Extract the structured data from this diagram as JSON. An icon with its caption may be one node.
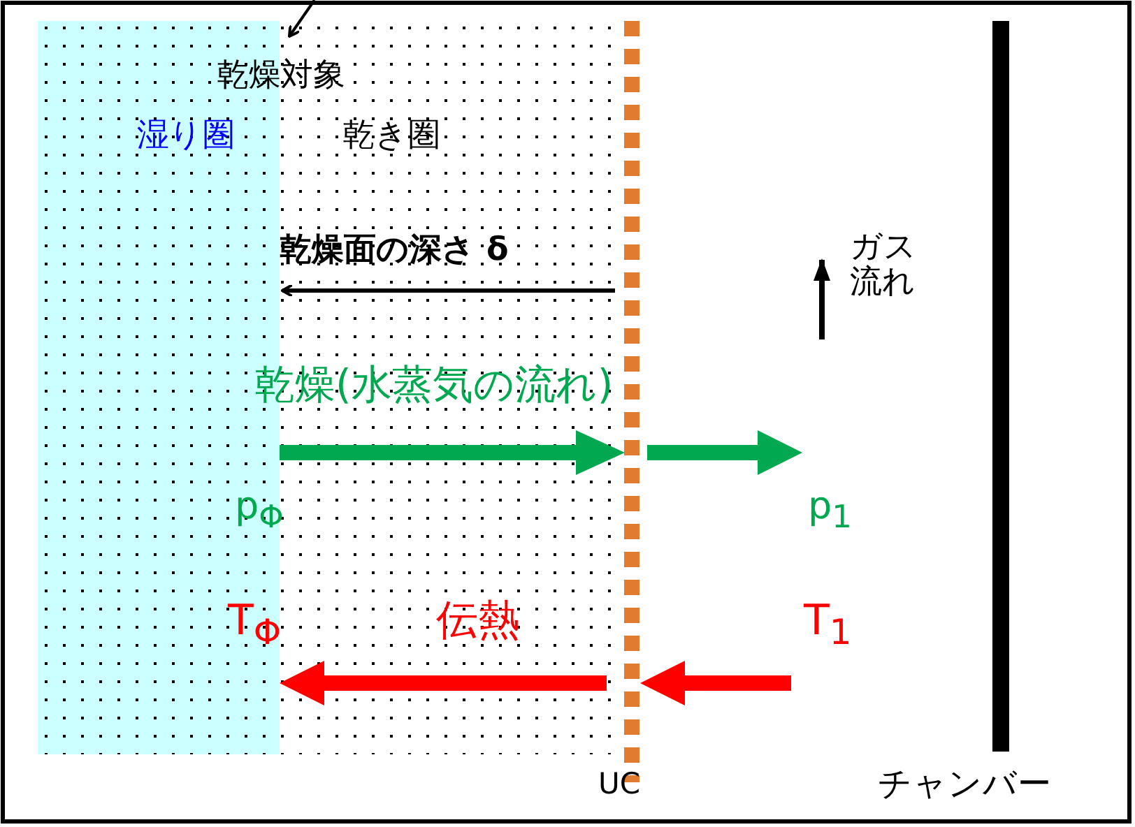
{
  "diagram": {
    "labels": [
      "乾燥対象",
      "湿り圏",
      "乾き圏",
      "乾燥面の深さ δ",
      "ガス流れ",
      "乾燥(水蒸気の流れ)",
      "p$_{Φ}$",
      "p$_{1}$",
      "T$_{Φ}$",
      "伝熱",
      "T$_{1}$",
      "UC",
      "チャンバー"
    ]
  }
}
